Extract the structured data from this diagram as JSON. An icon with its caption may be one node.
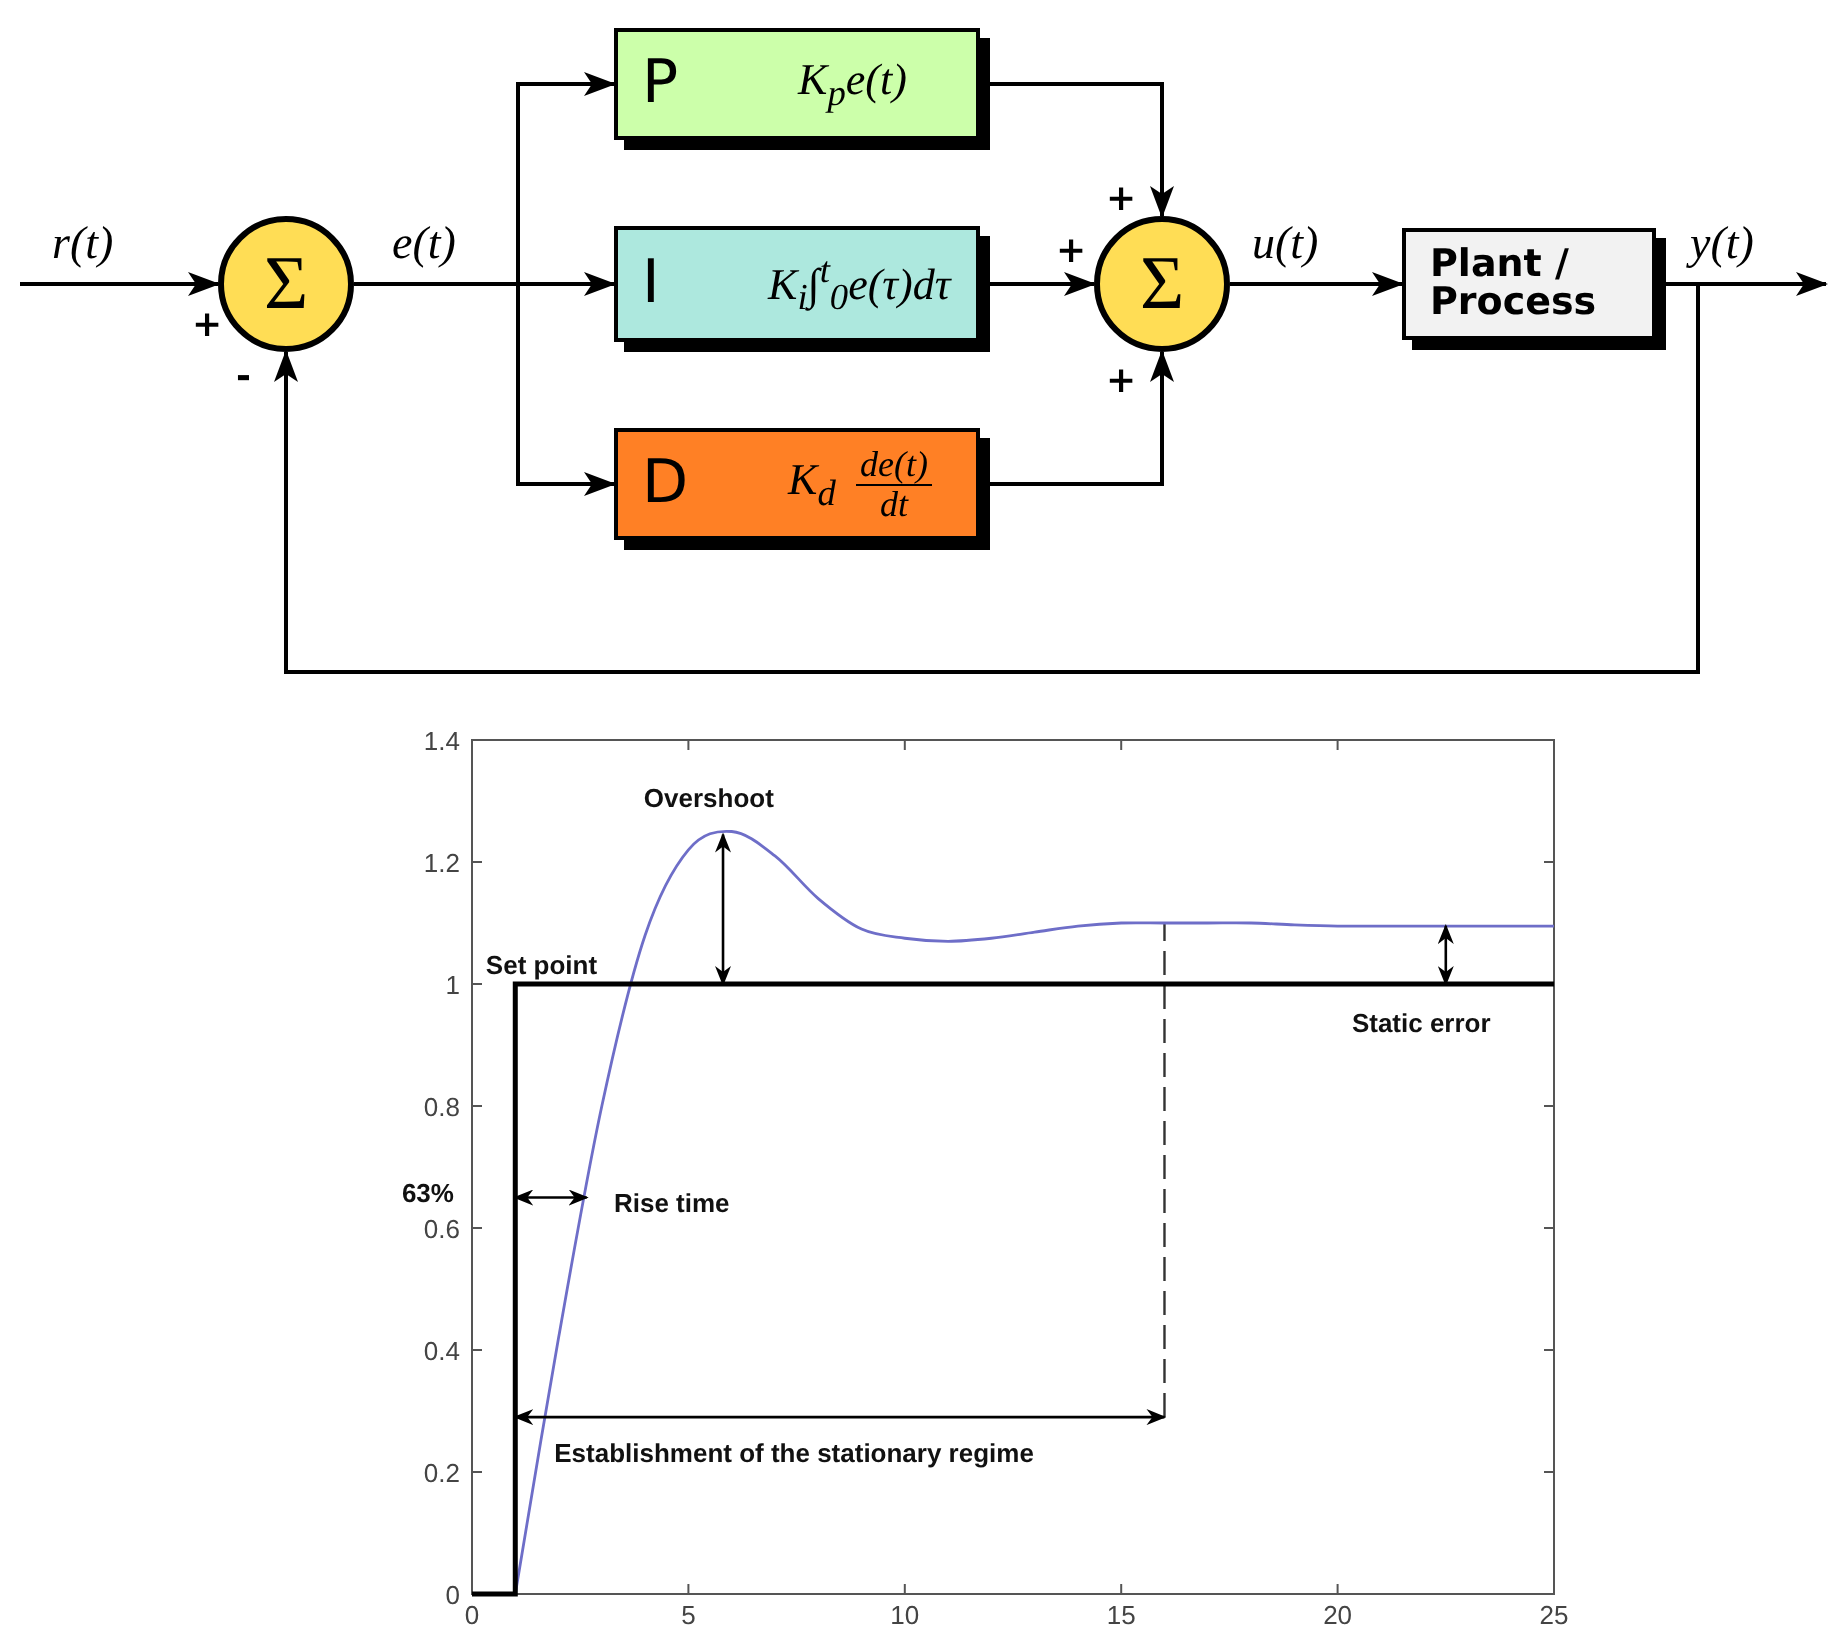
{
  "diagram": {
    "nodes": [
      {
        "text": [
          "Σ"
        ],
        "beside": [
          "+",
          "-"
        ]
      },
      {
        "text": [
          "P",
          "K$_{p}$e(t)"
        ]
      },
      {
        "text": [
          "I",
          "K$_{i}$∫$^{t}$$_{0}$e(τ)dτ"
        ]
      },
      {
        "text": [
          "D",
          "K$_{d}$",
          "de(t)",
          "dt"
        ]
      },
      {
        "text": [
          "Σ"
        ],
        "beside": [
          "+",
          "+",
          "+"
        ]
      },
      {
        "text": [
          "Plant / Process"
        ]
      }
    ],
    "edges": [
      {
        "from": null,
        "to": 0,
        "arrow": "to",
        "label": "r(t)"
      },
      {
        "from": 0,
        "to": 1,
        "arrow": "to"
      },
      {
        "from": 0,
        "to": 2,
        "arrow": "to",
        "label": "e(t)"
      },
      {
        "from": 0,
        "to": 3,
        "arrow": "to"
      },
      {
        "from": 1,
        "to": 4,
        "arrow": "to"
      },
      {
        "from": 2,
        "to": 4,
        "arrow": "to"
      },
      {
        "from": 3,
        "to": 4,
        "arrow": "to"
      },
      {
        "from": 4,
        "to": 5,
        "arrow": "to",
        "label": "u(t)"
      },
      {
        "from": 5,
        "to": null,
        "arrow": "to",
        "label": "y(t)"
      },
      {
        "from": 5,
        "to": 0,
        "arrow": "to"
      }
    ],
    "chart_data": {
      "type": "line",
      "x": [
        0,
        1,
        1,
        2,
        3,
        4,
        5,
        6,
        7,
        8,
        9,
        10,
        11,
        12,
        13,
        14,
        15,
        16,
        17,
        18,
        19,
        20,
        21,
        22,
        23,
        24,
        25
      ],
      "series": [
        {
          "color": "#6e6ec8",
          "values": [
            0,
            0,
            0,
            0.42,
            0.8,
            1.08,
            1.22,
            1.25,
            1.21,
            1.14,
            1.09,
            1.075,
            1.07,
            1.075,
            1.085,
            1.095,
            1.1,
            1.1,
            1.1,
            1.1,
            1.097,
            1.095,
            1.095,
            1.095,
            1.095,
            1.095,
            1.095
          ]
        },
        {
          "color": "#000000",
          "values": [
            0,
            0,
            1,
            1,
            1,
            1,
            1,
            1,
            1,
            1,
            1,
            1,
            1,
            1,
            1,
            1,
            1,
            1,
            1,
            1,
            1,
            1,
            1,
            1,
            1,
            1,
            1
          ]
        }
      ],
      "ref_lines": [
        {
          "axis": "x",
          "value": 16
        }
      ],
      "xlim": [
        0,
        25
      ],
      "ylim": [
        0,
        1.4
      ],
      "xticks": [
        0,
        5,
        10,
        15,
        20,
        25
      ],
      "yticks": [
        0,
        0.2,
        0.4,
        0.6,
        0.8,
        1,
        1.2,
        1.4
      ],
      "annotations": [
        "Overshoot",
        "Set point",
        "Static error",
        "63%",
        "Rise time",
        "Establishment of the stationary regime"
      ]
    }
  }
}
